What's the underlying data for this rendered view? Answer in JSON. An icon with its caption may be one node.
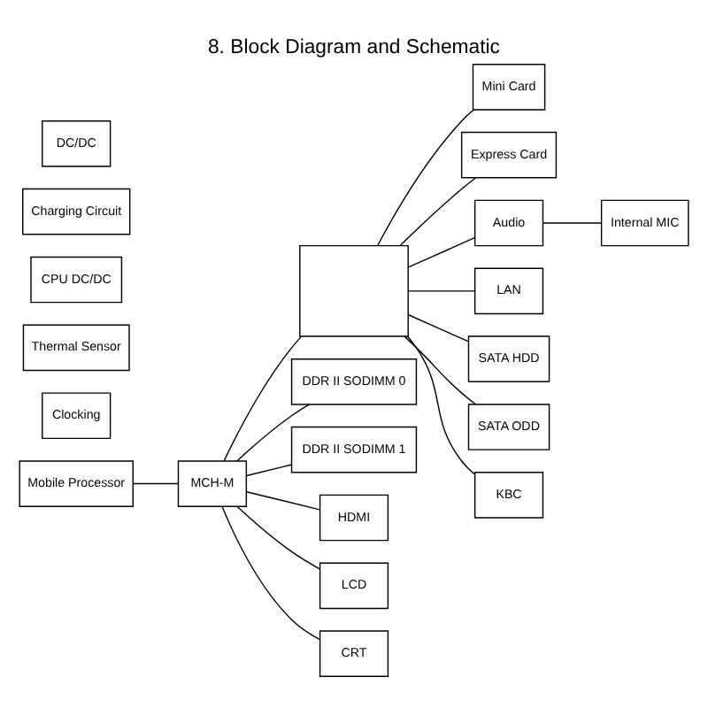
{
  "diagram": {
    "title": "8. Block Diagram and Schematic",
    "nodes": [
      {
        "text": [
          "Mobile Processor"
        ]
      },
      {
        "text": [
          "MCH-M"
        ]
      },
      {
        "text": [],
        "shape": "box"
      },
      {
        "text": [
          "Clocking"
        ]
      },
      {
        "text": [
          "Thermal Sensor"
        ]
      },
      {
        "text": [
          "CPU DC/DC"
        ]
      },
      {
        "text": [
          "Charging Circuit"
        ]
      },
      {
        "text": [
          "DC/DC"
        ]
      },
      {
        "text": [
          "DDR II SODIMM 0"
        ]
      },
      {
        "text": [
          "DDR II SODIMM 1"
        ]
      },
      {
        "text": [
          "HDMI"
        ]
      },
      {
        "text": [
          "LCD"
        ]
      },
      {
        "text": [
          "CRT"
        ]
      },
      {
        "text": [
          "Mini Card"
        ]
      },
      {
        "text": [
          "Express Card"
        ]
      },
      {
        "text": [
          "Audio"
        ]
      },
      {
        "text": [
          "Internal MIC"
        ]
      },
      {
        "text": [
          "LAN"
        ]
      },
      {
        "text": [
          "SATA HDD"
        ]
      },
      {
        "text": [
          "SATA ODD"
        ]
      },
      {
        "text": [
          "KBC"
        ]
      }
    ],
    "edges": [
      {
        "from": 0,
        "to": 1,
        "arrow": "none"
      },
      {
        "from": 1,
        "to": 2,
        "arrow": "none"
      },
      {
        "from": 1,
        "to": 8,
        "arrow": "none"
      },
      {
        "from": 1,
        "to": 9,
        "arrow": "none"
      },
      {
        "from": 1,
        "to": 10,
        "arrow": "none"
      },
      {
        "from": 1,
        "to": 11,
        "arrow": "none"
      },
      {
        "from": 1,
        "to": 12,
        "arrow": "none"
      },
      {
        "from": 2,
        "to": 13,
        "arrow": "none"
      },
      {
        "from": 2,
        "to": 14,
        "arrow": "none"
      },
      {
        "from": 2,
        "to": 15,
        "arrow": "none"
      },
      {
        "from": 15,
        "to": 16,
        "arrow": "none"
      },
      {
        "from": 2,
        "to": 17,
        "arrow": "none"
      },
      {
        "from": 2,
        "to": 18,
        "arrow": "none"
      },
      {
        "from": 2,
        "to": 19,
        "arrow": "none"
      },
      {
        "from": 2,
        "to": 20,
        "arrow": "none"
      }
    ]
  }
}
